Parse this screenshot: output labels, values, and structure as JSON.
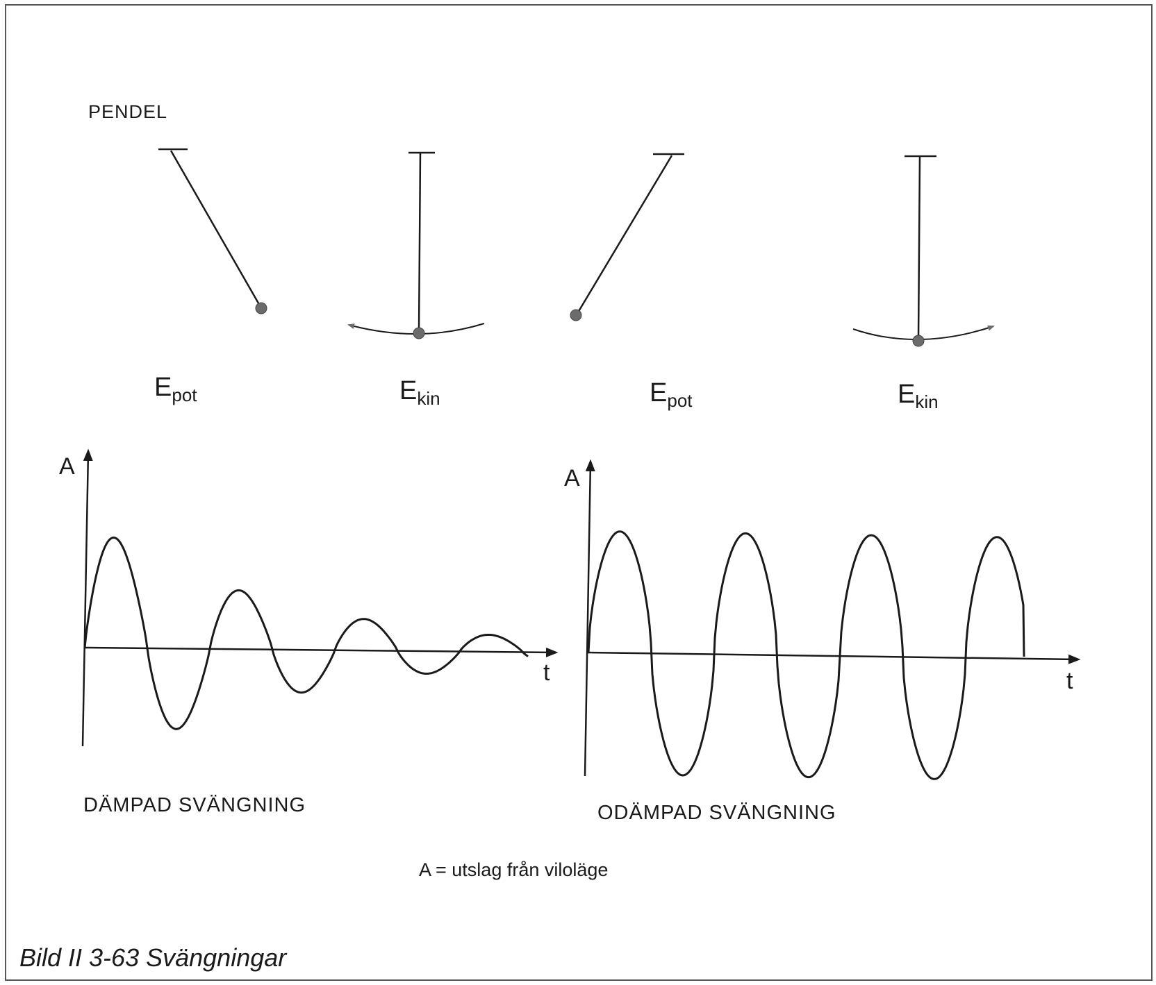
{
  "figure": {
    "header_label": "PENDEL",
    "caption": "Bild II 3-63  Svängningar",
    "legend_text": "A  =  utslag från viloläge"
  },
  "pendulums": [
    {
      "state": "Epot-left",
      "symbol": "E",
      "subscript": "pot"
    },
    {
      "state": "Ekin-moving-left",
      "symbol": "E",
      "subscript": "kin"
    },
    {
      "state": "Epot-right",
      "symbol": "E",
      "subscript": "pot"
    },
    {
      "state": "Ekin-moving-right",
      "symbol": "E",
      "subscript": "kin"
    }
  ],
  "graphs": {
    "damped": {
      "y_axis_label": "A",
      "x_axis_label": "t",
      "title": "DÄMPAD SVÄNGNING"
    },
    "undamped": {
      "y_axis_label": "A",
      "x_axis_label": "t",
      "title": "ODÄMPAD SVÄNGNING"
    }
  },
  "colors": {
    "ink": "#1a1a1a",
    "bob": "#6b6b6b",
    "frame": "#555555"
  }
}
